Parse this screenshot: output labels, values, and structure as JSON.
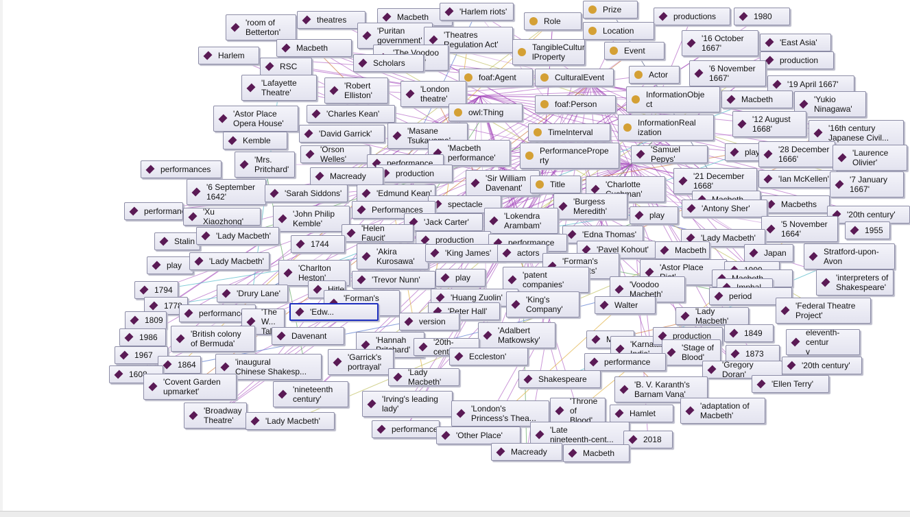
{
  "nodes": [
    {
      "label": "'room of\nBetterton'",
      "t": "ind"
    },
    {
      "label": "theatres",
      "t": "ind"
    },
    {
      "label": "Macbeth",
      "t": "ind"
    },
    {
      "label": "'Harlem riots'",
      "t": "ind"
    },
    {
      "label": "Role",
      "t": "cls"
    },
    {
      "label": "Prize",
      "t": "cls"
    },
    {
      "label": "productions",
      "t": "ind"
    },
    {
      "label": "1980",
      "t": "ind"
    },
    {
      "label": "'Puritan\ngovernment'",
      "t": "ind"
    },
    {
      "label": "'Theatres\nRegulation Act'",
      "t": "ind"
    },
    {
      "label": "Location",
      "t": "cls"
    },
    {
      "label": "'16 October\n1667'",
      "t": "ind"
    },
    {
      "label": "'East Asia'",
      "t": "ind"
    },
    {
      "label": "Harlem",
      "t": "ind"
    },
    {
      "label": "Macbeth",
      "t": "ind"
    },
    {
      "label": "'The Voodoo\nMacbeth'",
      "t": "ind"
    },
    {
      "label": "TangibleCultura\nlProperty",
      "t": "cls"
    },
    {
      "label": "Event",
      "t": "cls"
    },
    {
      "label": "production",
      "t": "ind"
    },
    {
      "label": "RSC",
      "t": "ind"
    },
    {
      "label": "Scholars",
      "t": "ind"
    },
    {
      "label": "'6 November\n1667'",
      "t": "ind"
    },
    {
      "label": "Actor",
      "t": "cls"
    },
    {
      "label": "foaf:Agent",
      "t": "cls"
    },
    {
      "label": "CulturalEvent",
      "t": "cls"
    },
    {
      "label": "'Lafayette\nTheatre'",
      "t": "ind"
    },
    {
      "label": "'Robert\nElliston'",
      "t": "ind"
    },
    {
      "label": "'London\ntheatre'",
      "t": "ind"
    },
    {
      "label": "'19 April 1667'",
      "t": "ind"
    },
    {
      "label": "InformationObje\nct",
      "t": "cls"
    },
    {
      "label": "Macbeth",
      "t": "ind"
    },
    {
      "label": "'Yukio\nNinagawa'",
      "t": "ind"
    },
    {
      "label": "foaf:Person",
      "t": "cls"
    },
    {
      "label": "owl:Thing",
      "t": "cls"
    },
    {
      "label": "'Charles Kean'",
      "t": "ind"
    },
    {
      "label": "'Astor Place\nOpera House'",
      "t": "ind"
    },
    {
      "label": "InformationReal\nization",
      "t": "cls"
    },
    {
      "label": "'12 August\n1668'",
      "t": "ind"
    },
    {
      "label": "'16th century\nJapanese Civil...",
      "t": "ind"
    },
    {
      "label": "'Masane\nTsukayama'",
      "t": "ind"
    },
    {
      "label": "'David Garrick'",
      "t": "ind"
    },
    {
      "label": "TimeInterval",
      "t": "cls"
    },
    {
      "label": "Kemble",
      "t": "ind"
    },
    {
      "label": "'Macbeth\nperformance'",
      "t": "ind"
    },
    {
      "label": "PerformancePrope\nrty",
      "t": "cls"
    },
    {
      "label": "'Samuel Pepys'",
      "t": "ind"
    },
    {
      "label": "play",
      "t": "ind"
    },
    {
      "label": "'28 December\n1666'",
      "t": "ind"
    },
    {
      "label": "'Laurence\nOlivier'",
      "t": "ind"
    },
    {
      "label": "'Orson Welles'",
      "t": "ind"
    },
    {
      "label": "'Mrs.\nPritchard'",
      "t": "ind"
    },
    {
      "label": "performance",
      "t": "ind"
    },
    {
      "label": "performances",
      "t": "ind"
    },
    {
      "label": "production",
      "t": "ind"
    },
    {
      "label": "Macready",
      "t": "ind"
    },
    {
      "label": "'Sir William\nDavenant'",
      "t": "ind"
    },
    {
      "label": "Title",
      "t": "cls"
    },
    {
      "label": "'Charlotte\nCushman'",
      "t": "ind"
    },
    {
      "label": "'21 December\n1668'",
      "t": "ind"
    },
    {
      "label": "'Ian McKellen'",
      "t": "ind"
    },
    {
      "label": "'7 January\n1667'",
      "t": "ind"
    },
    {
      "label": "'6 September\n1642'",
      "t": "ind"
    },
    {
      "label": "'Sarah Siddons'",
      "t": "ind"
    },
    {
      "label": "'Edmund Kean'",
      "t": "ind"
    },
    {
      "label": "Macbeth",
      "t": "ind"
    },
    {
      "label": "spectacle",
      "t": "ind"
    },
    {
      "label": "'Burgess\nMeredith'",
      "t": "ind"
    },
    {
      "label": "Macbeths",
      "t": "ind"
    },
    {
      "label": "Performances",
      "t": "ind"
    },
    {
      "label": "performance",
      "t": "ind"
    },
    {
      "label": "'Xu Xiaozhong'",
      "t": "ind"
    },
    {
      "label": "'John Philip\nKemble'",
      "t": "ind"
    },
    {
      "label": "'Lokendra\nArambam'",
      "t": "ind"
    },
    {
      "label": "play",
      "t": "ind"
    },
    {
      "label": "'Antony Sher'",
      "t": "ind"
    },
    {
      "label": "'20th century'",
      "t": "ind"
    },
    {
      "label": "'Jack Carter'",
      "t": "ind"
    },
    {
      "label": "'5 November\n1664'",
      "t": "ind"
    },
    {
      "label": "Stalin",
      "t": "ind"
    },
    {
      "label": "'Lady Macbeth'",
      "t": "ind"
    },
    {
      "label": "'Helen Faucit'",
      "t": "ind"
    },
    {
      "label": "production",
      "t": "ind"
    },
    {
      "label": "'Edna Thomas'",
      "t": "ind"
    },
    {
      "label": "performance",
      "t": "ind"
    },
    {
      "label": "'Lady Macbeth'",
      "t": "ind"
    },
    {
      "label": "1955",
      "t": "ind"
    },
    {
      "label": "1744",
      "t": "ind"
    },
    {
      "label": "'Akira\nKurosawa'",
      "t": "ind"
    },
    {
      "label": "'King James'",
      "t": "ind"
    },
    {
      "label": "actors",
      "t": "ind"
    },
    {
      "label": "'Pavel Kohout'",
      "t": "ind"
    },
    {
      "label": "Macbeth",
      "t": "ind"
    },
    {
      "label": "Japan",
      "t": "ind"
    },
    {
      "label": "Stratford-upon-\nAvon",
      "t": "ind"
    },
    {
      "label": "play",
      "t": "ind"
    },
    {
      "label": "'Lady Macbeth'",
      "t": "ind"
    },
    {
      "label": "'Charlton\nHeston'",
      "t": "ind"
    },
    {
      "label": "'Forman's\naccounts'",
      "t": "ind"
    },
    {
      "label": "'Astor Place\nRiot'",
      "t": "ind"
    },
    {
      "label": "1999",
      "t": "ind"
    },
    {
      "label": "Macbeth",
      "t": "ind"
    },
    {
      "label": "'Trevor Nunn'",
      "t": "ind"
    },
    {
      "label": "play",
      "t": "ind"
    },
    {
      "label": "'patent\ncompanies'",
      "t": "ind"
    },
    {
      "label": "'Voodoo\nMacbeth'",
      "t": "ind"
    },
    {
      "label": "Imphal",
      "t": "ind"
    },
    {
      "label": "'interpreters of\nShakespeare'",
      "t": "ind"
    },
    {
      "label": "1794",
      "t": "ind"
    },
    {
      "label": "'Drury Lane'",
      "t": "ind"
    },
    {
      "label": "Hitler",
      "t": "ind"
    },
    {
      "label": "'Huang Zuolin'",
      "t": "ind"
    },
    {
      "label": "'King's\nCompany'",
      "t": "ind"
    },
    {
      "label": "'Forman's\naccount'",
      "t": "ind"
    },
    {
      "label": "Walter",
      "t": "ind"
    },
    {
      "label": "period",
      "t": "ind"
    },
    {
      "label": "1778",
      "t": "ind"
    },
    {
      "label": "performance",
      "t": "ind"
    },
    {
      "label": "'The W...\nTale'",
      "t": "ind"
    },
    {
      "label": "'Edw...",
      "t": "ind"
    },
    {
      "label": "'Peter Hall'",
      "t": "ind"
    },
    {
      "label": "'Federal Theatre\nProject'",
      "t": "ind"
    },
    {
      "label": "1809",
      "t": "ind"
    },
    {
      "label": "version",
      "t": "ind"
    },
    {
      "label": "'Lady Macbeth'",
      "t": "ind"
    },
    {
      "label": "'Adalbert\nMatkowsky'",
      "t": "ind"
    },
    {
      "label": "1986",
      "t": "ind"
    },
    {
      "label": "'British colony\nof Bermuda'",
      "t": "ind"
    },
    {
      "label": "Davenant",
      "t": "ind"
    },
    {
      "label": "'Hannah\nPritchard'",
      "t": "ind"
    },
    {
      "label": "Macbeth",
      "t": "ind"
    },
    {
      "label": "'Karnataka\nIndia'",
      "t": "ind"
    },
    {
      "label": "production",
      "t": "ind"
    },
    {
      "label": "1849",
      "t": "ind"
    },
    {
      "label": "eleventh-centur\ny",
      "t": "ind"
    },
    {
      "label": "'20th-century'",
      "t": "ind"
    },
    {
      "label": "1967",
      "t": "ind"
    },
    {
      "label": "'Garrick's\nportrayal'",
      "t": "ind"
    },
    {
      "label": "Eccleston'",
      "t": "ind"
    },
    {
      "label": "'Stage of\nBlood'",
      "t": "ind"
    },
    {
      "label": "1873",
      "t": "ind"
    },
    {
      "label": "1864",
      "t": "ind"
    },
    {
      "label": "'inaugural\nChinese Shakesp...",
      "t": "ind"
    },
    {
      "label": "performance",
      "t": "ind"
    },
    {
      "label": "'Gregory Doran'",
      "t": "ind"
    },
    {
      "label": "'20th century'",
      "t": "ind"
    },
    {
      "label": "1608",
      "t": "ind"
    },
    {
      "label": "'Lady Macbeth'",
      "t": "ind"
    },
    {
      "label": "Shakespeare",
      "t": "ind"
    },
    {
      "label": "'Covent Garden\nupmarket'",
      "t": "ind"
    },
    {
      "label": "'nineteenth\ncentury'",
      "t": "ind"
    },
    {
      "label": "'B. V. Karanth's\nBarnam Vana'",
      "t": "ind"
    },
    {
      "label": "'Ellen Terry'",
      "t": "ind"
    },
    {
      "label": "'Irving's leading\nlady'",
      "t": "ind"
    },
    {
      "label": "'London's\nPrincess's Thea...",
      "t": "ind"
    },
    {
      "label": "'Throne of\nBlood'",
      "t": "ind"
    },
    {
      "label": "Hamlet",
      "t": "ind"
    },
    {
      "label": "'adaptation of\nMacbeth'",
      "t": "ind"
    },
    {
      "label": "'Broadway\nTheatre'",
      "t": "ind"
    },
    {
      "label": "'Lady Macbeth'",
      "t": "ind"
    },
    {
      "label": "performance",
      "t": "ind"
    },
    {
      "label": "'Other Place'",
      "t": "ind"
    },
    {
      "label": "'Late\nnineteenth-cent...",
      "t": "ind"
    },
    {
      "label": "2018",
      "t": "ind"
    },
    {
      "label": "Macready",
      "t": "ind"
    },
    {
      "label": "Macbeth",
      "t": "ind"
    }
  ],
  "selected_label": "'Edw..."
}
